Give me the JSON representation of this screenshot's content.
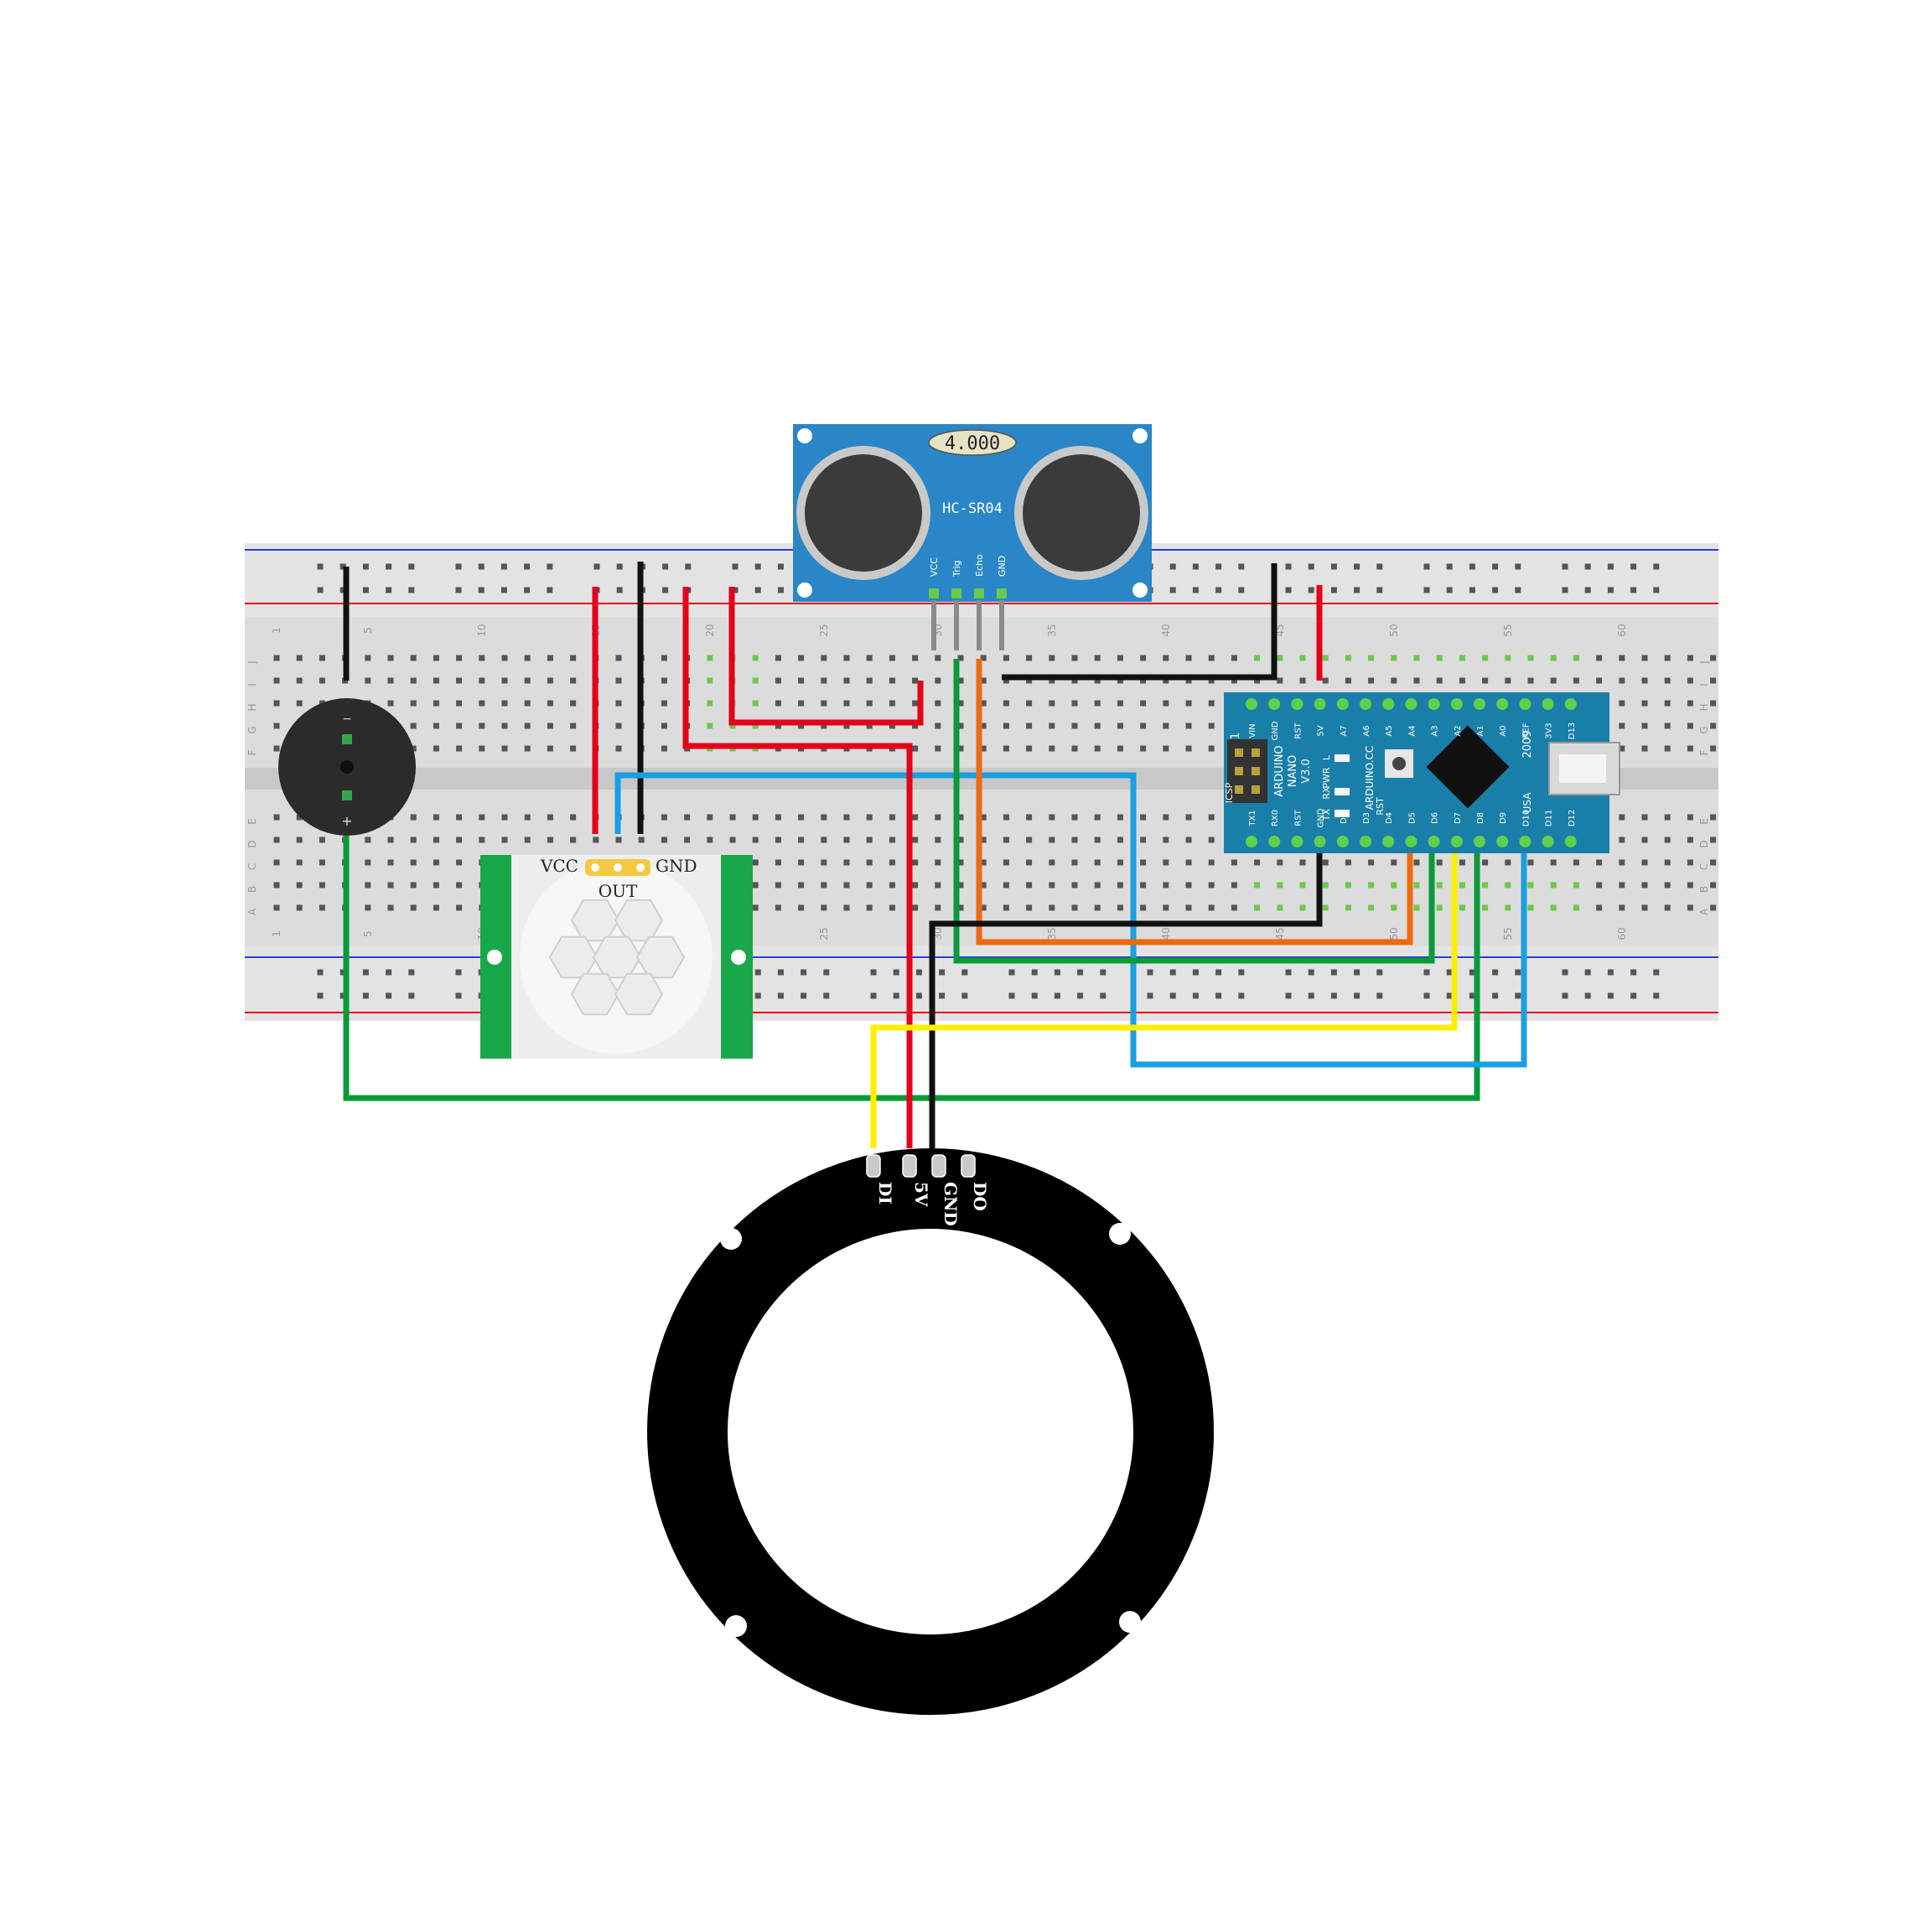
{
  "breadboard": {
    "row_letters_top": [
      "J",
      "I",
      "H",
      "G",
      "F"
    ],
    "row_letters_bottom": [
      "E",
      "D",
      "C",
      "B",
      "A"
    ],
    "column_numbers": [
      "1",
      "5",
      "10",
      "15",
      "20",
      "25",
      "30",
      "35",
      "40",
      "45",
      "50",
      "55",
      "60"
    ]
  },
  "ultrasonic": {
    "label": "HC-SR04",
    "crystal": "4.000",
    "pins": [
      "VCC",
      "Trig",
      "Echo",
      "GND"
    ]
  },
  "pir": {
    "pin_vcc": "VCC",
    "pin_gnd": "GND",
    "pin_out": "OUT"
  },
  "buzzer": {
    "minus": "−",
    "plus": "+"
  },
  "arduino": {
    "top_pins": [
      "VIN",
      "GND",
      "RST",
      "5V",
      "A7",
      "A6",
      "A5",
      "A4",
      "A3",
      "A2",
      "A1",
      "A0",
      "REF",
      "3V3",
      "D13"
    ],
    "bottom_pins": [
      "TX1",
      "RX0",
      "RST",
      "GND",
      "D2",
      "D3",
      "D4",
      "D5",
      "D6",
      "D7",
      "D8",
      "D9",
      "D10",
      "D11",
      "D12"
    ],
    "name_line1": "ARDUINO",
    "name_line2": "NANO",
    "name_line3": "V3.0",
    "website": "ARDUINO.CC",
    "year": "2009",
    "country": "USA",
    "icsp": "ICSP",
    "icsp_index": "1",
    "led_l": "L",
    "led_pwr": "PWR",
    "led_rx": "RX",
    "led_tx": "TX",
    "rst": "RST"
  },
  "ring": {
    "pins": [
      "DI",
      "5V",
      "GND",
      "DO"
    ]
  },
  "colors": {
    "red_wire": "#e3001b",
    "black_wire": "#111111",
    "blue_wire": "#1a9fe0",
    "green_wire": "#0a9a3a",
    "orange_wire": "#ee6a10",
    "yellow_wire": "#ffee00",
    "hcsr04_board": "#2a86c6",
    "nano_board": "#1a7fa8",
    "pir_board": "#18a84a"
  }
}
